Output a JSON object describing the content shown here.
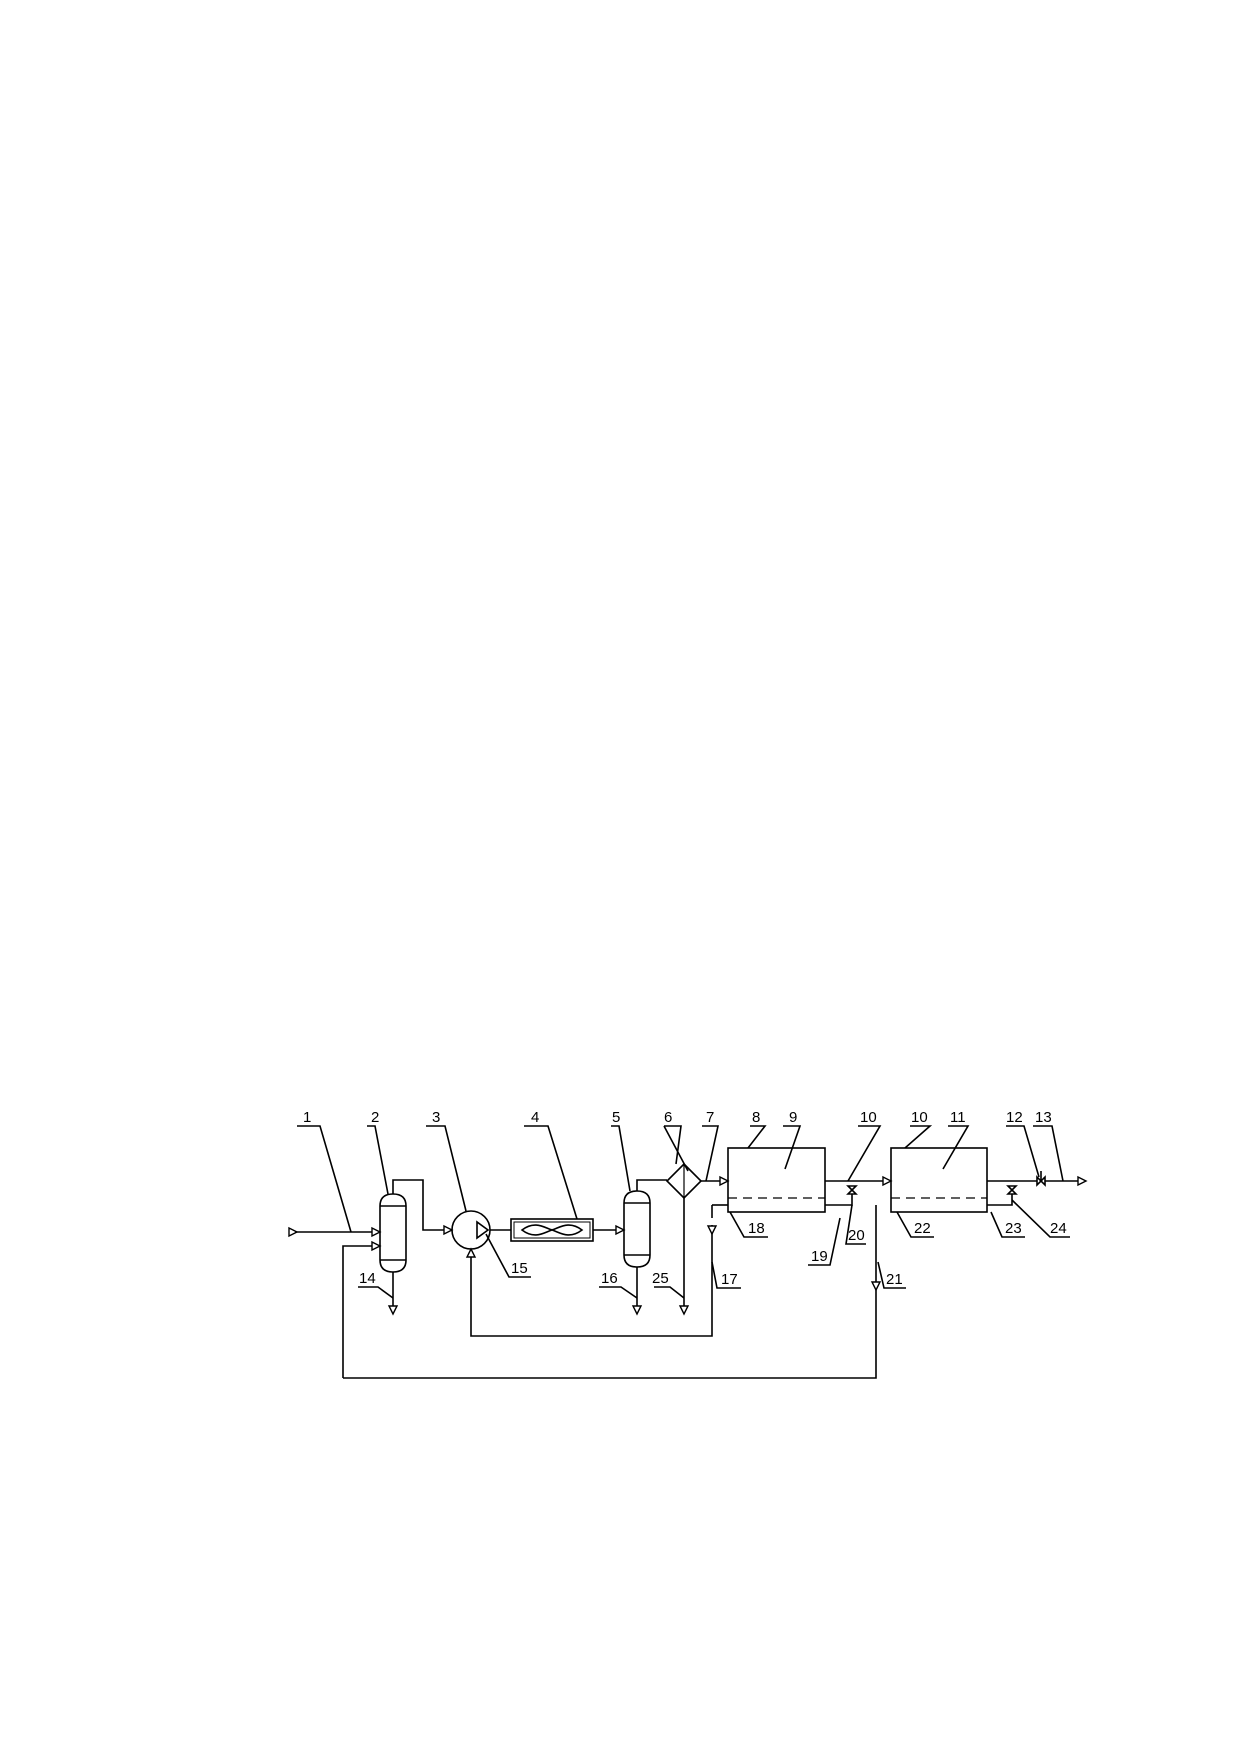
{
  "labels": {
    "l1": "1",
    "l2": "2",
    "l3": "3",
    "l4": "4",
    "l5": "5",
    "l6": "6",
    "l7": "7",
    "l8": "8",
    "l9": "9",
    "l10a": "10",
    "l10b": "10",
    "l11": "11",
    "l12": "12",
    "l13": "13",
    "l14": "14",
    "l15": "15",
    "l16": "16",
    "l17": "17",
    "l18": "18",
    "l19": "19",
    "l20": "20",
    "l21": "21",
    "l22": "22",
    "l23": "23",
    "l24": "24",
    "l25": "25"
  }
}
